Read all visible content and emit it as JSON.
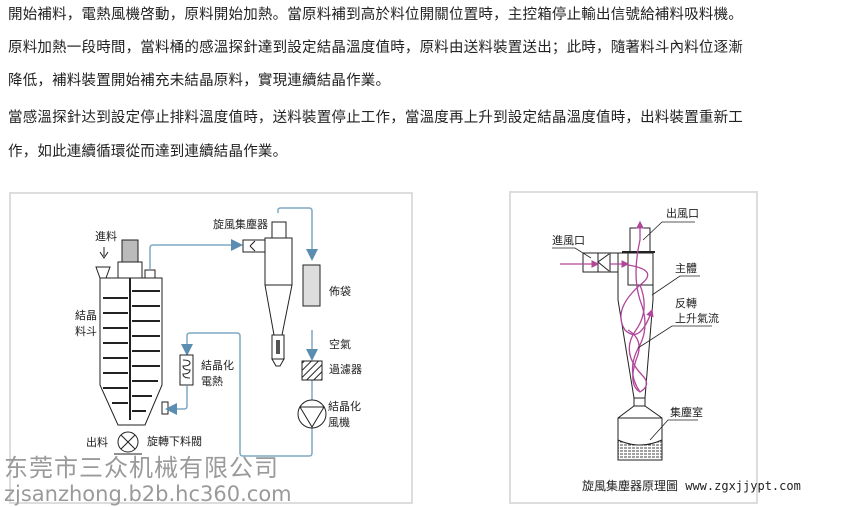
{
  "paragraphs": [
    "開始補料，電熱風機啓動，原料開始加熱。當原料補到高於料位開關位置時，主控箱停止輸出信號給補料吸料機。",
    "原料加熱一段時間，當料桶的感溫探針達到設定結晶溫度值時，原料由送料裝置送出；此時，隨著料斗內料位逐漸",
    "降低，補料裝置開始補充未結晶原料，實現連續結晶作業。",
    "當感溫探針达到設定停止排料溫度值時，送料裝置停止工作，當溫度再上升到設定結晶溫度值時，出料裝置重新工",
    "作，如此連續循環從而達到連續結晶作業。"
  ],
  "left_diagram": {
    "feed": "進料",
    "cyclone": "旋風集塵器",
    "bag": "佈袋",
    "air": "空氣",
    "filter": "過濾器",
    "fan_1": "結晶化",
    "fan_2": "風機",
    "heater_1": "結晶化",
    "heater_2": "電熱",
    "hopper_1": "結晶",
    "hopper_2": "料斗",
    "valve": "旋轉下料閥",
    "discharge": "出料"
  },
  "right_diagram": {
    "outlet": "出風口",
    "inlet": "進風口",
    "body": "主體",
    "reverse_1": "反轉",
    "reverse_2": "上升氣流",
    "dust_chamber": "集塵室",
    "caption": "旋風集塵器原理圖 www.zgxjjypt.com"
  },
  "watermark": {
    "company": "东莞市三众机械有限公司",
    "url": "zjsanzhong.b2b.hc360.com"
  },
  "colors": {
    "pipe": "#7fa9c4",
    "arrow": "#5b8db0",
    "airflow": "#b0479a"
  }
}
